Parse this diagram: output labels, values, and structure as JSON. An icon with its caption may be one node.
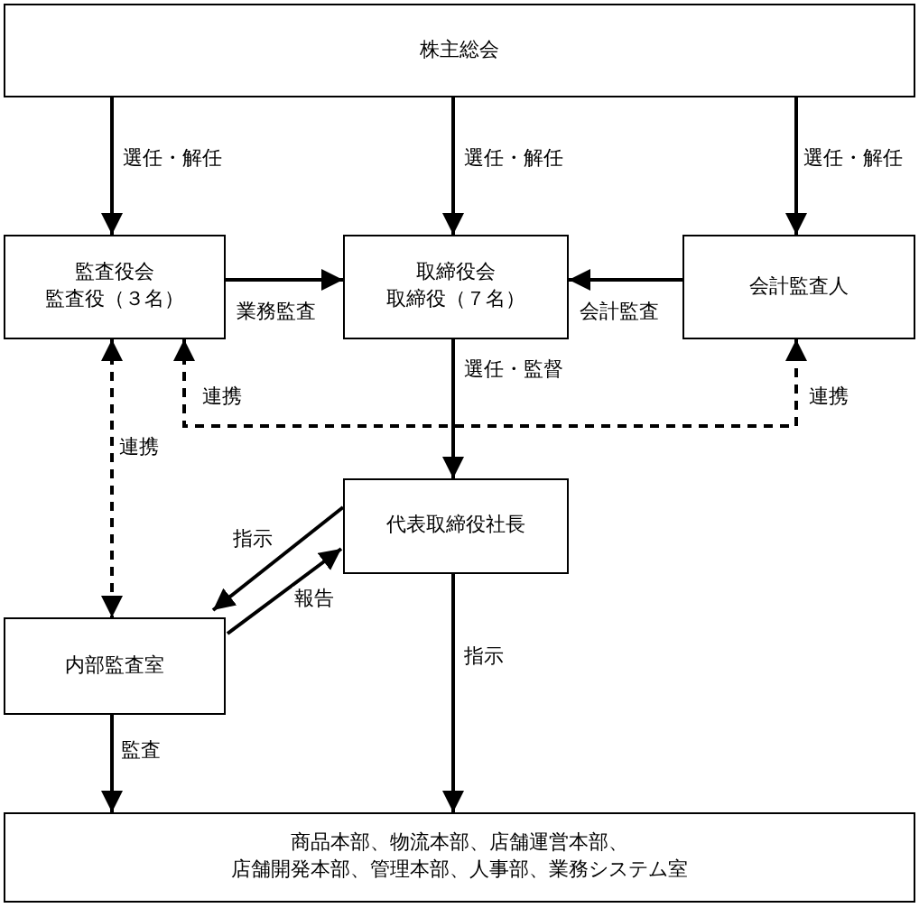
{
  "diagram": {
    "nodes": [
      {
        "text": [
          "株主総会"
        ]
      },
      {
        "text": [
          "監査役会監査役（３名）"
        ]
      },
      {
        "text": [
          "取締役会取締役（７名）"
        ]
      },
      {
        "text": [
          "会計監査人"
        ]
      },
      {
        "text": [
          "代表取締役社長"
        ]
      },
      {
        "text": [
          "内部監査室"
        ]
      },
      {
        "text": [
          "商品本部、物流本部、店舗運営本部、店舗開発本部、管理本部、人事部、業務システム室"
        ]
      }
    ],
    "edges": [
      {
        "from": 0,
        "to": 1,
        "arrow": "to",
        "label": "選任・解任"
      },
      {
        "from": 0,
        "to": 2,
        "arrow": "to",
        "label": "選任・解任"
      },
      {
        "from": 0,
        "to": 3,
        "arrow": "to",
        "label": "選任・解任"
      },
      {
        "from": 1,
        "to": 2,
        "arrow": "to",
        "label": "業務監査"
      },
      {
        "from": 3,
        "to": 2,
        "arrow": "to",
        "label": "会計監査"
      },
      {
        "from": 1,
        "to": 3,
        "arrow": "both",
        "style": "dashed",
        "label": "連携"
      },
      {
        "from": 1,
        "to": 5,
        "arrow": "both",
        "style": "dashed",
        "label": "連携"
      },
      {
        "from": 2,
        "to": 4,
        "arrow": "to",
        "label": "選任・監督"
      },
      {
        "from": 4,
        "to": 5,
        "arrow": "to",
        "label": "指示"
      },
      {
        "from": 5,
        "to": 4,
        "arrow": "to",
        "label": "報告"
      },
      {
        "from": 4,
        "to": 6,
        "arrow": "to",
        "label": "指示"
      },
      {
        "from": 5,
        "to": 6,
        "arrow": "to",
        "label": "監査"
      }
    ],
    "labels": [
      "連携"
    ]
  }
}
